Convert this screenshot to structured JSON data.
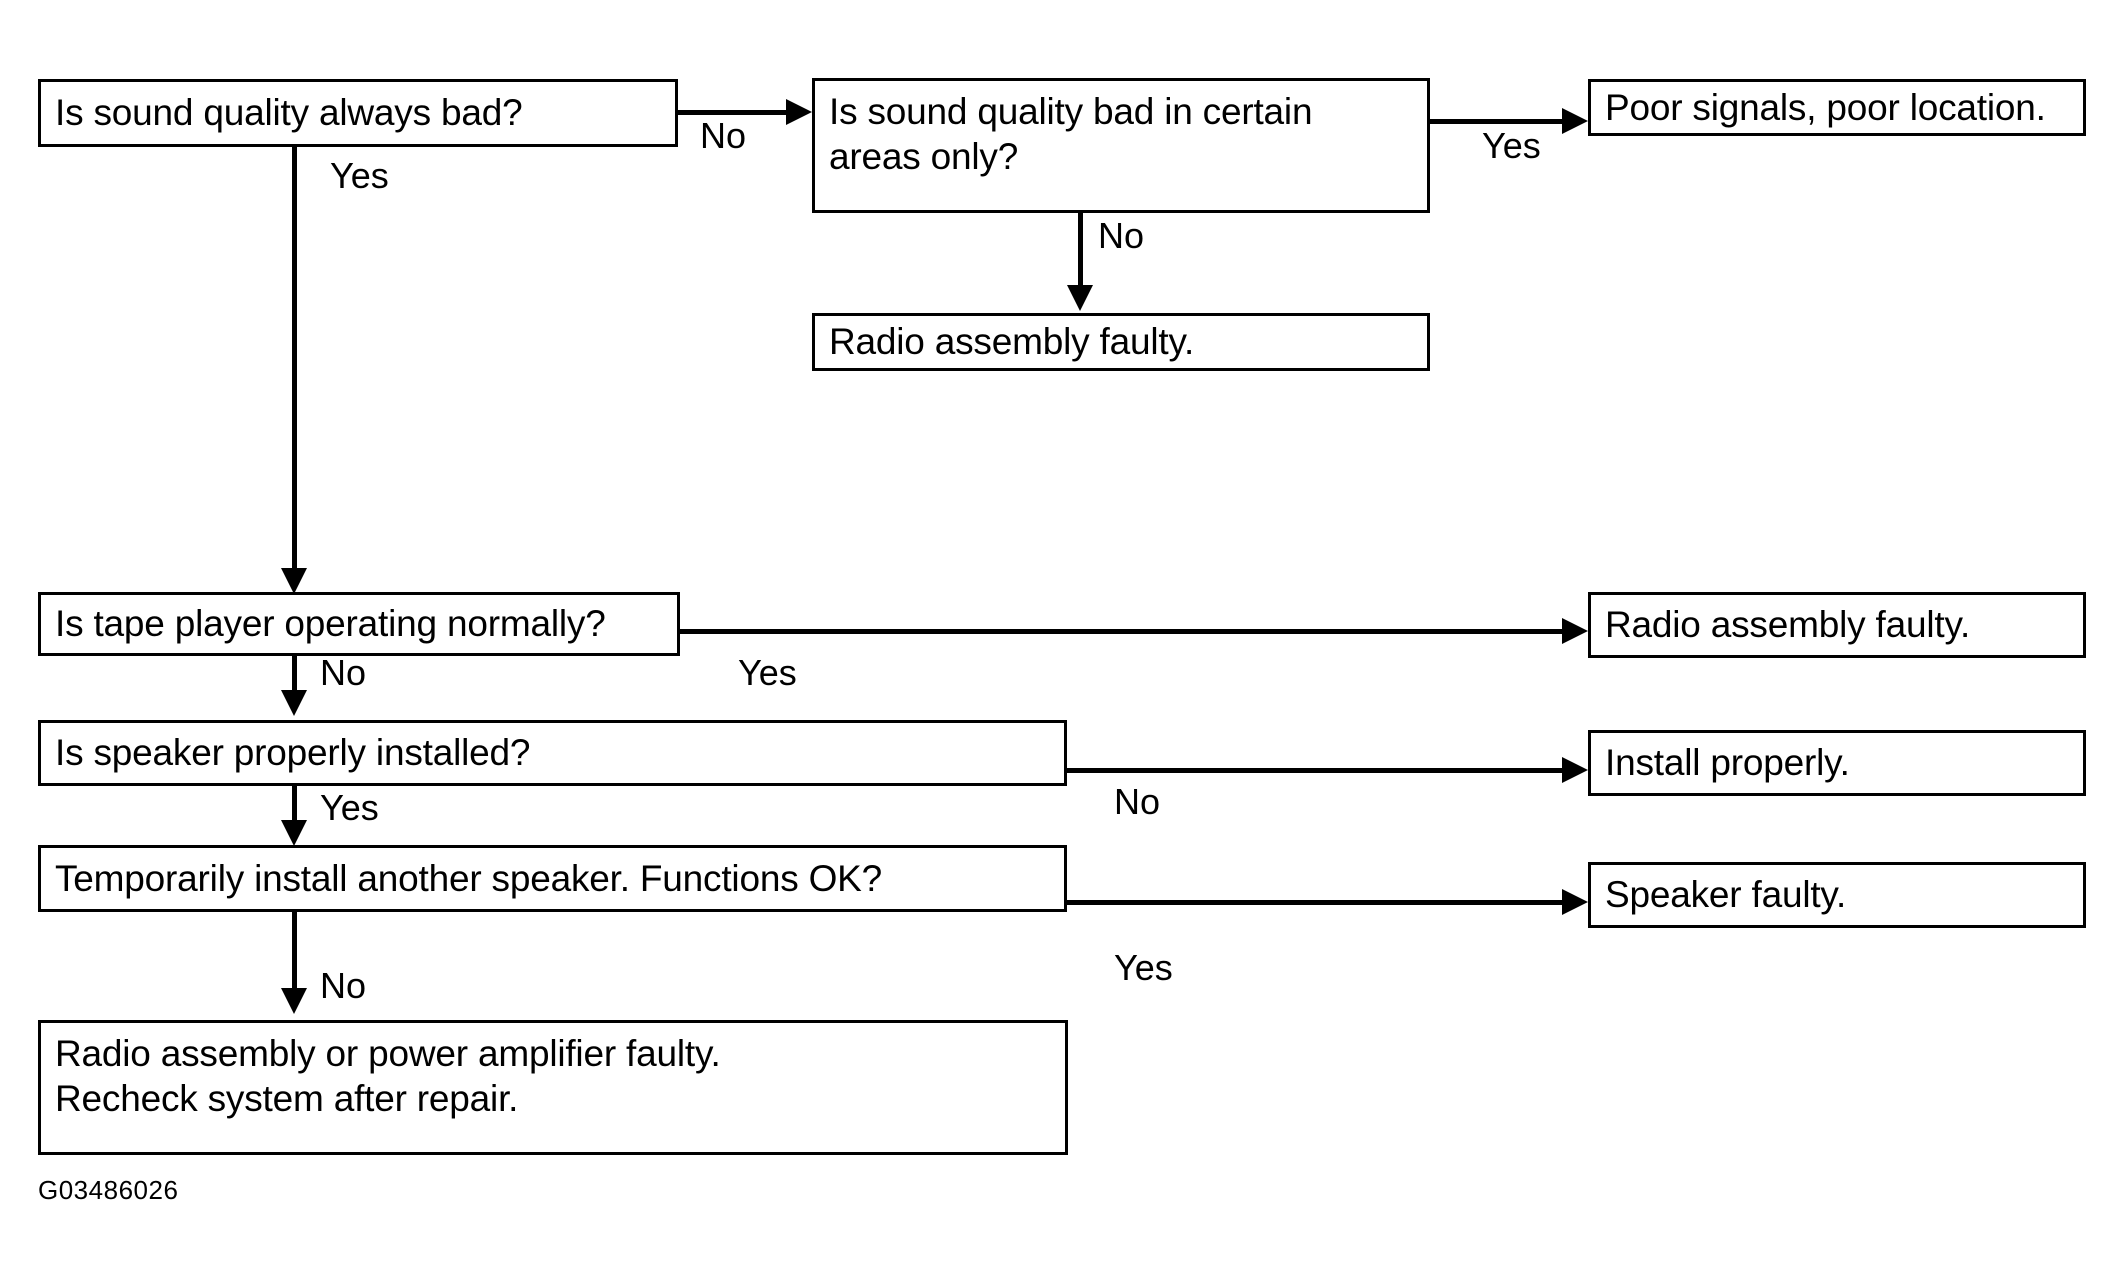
{
  "diagram": {
    "caption": "G03486026",
    "nodes": [
      {
        "id": "q_always_bad",
        "text": "Is sound quality always bad?"
      },
      {
        "id": "q_certain_areas",
        "text": "Is sound quality bad in certain\nareas only?"
      },
      {
        "id": "r_poor_signals",
        "text": "Poor signals, poor location."
      },
      {
        "id": "r_radio_faulty_top",
        "text": "Radio assembly faulty."
      },
      {
        "id": "q_tape_player",
        "text": "Is tape player operating normally?"
      },
      {
        "id": "r_radio_faulty_mid",
        "text": "Radio assembly faulty."
      },
      {
        "id": "q_speaker_installed",
        "text": "Is speaker properly installed?"
      },
      {
        "id": "r_install_properly",
        "text": "Install properly."
      },
      {
        "id": "q_another_speaker",
        "text": "Temporarily install another speaker. Functions OK?"
      },
      {
        "id": "r_speaker_faulty",
        "text": "Speaker faulty."
      },
      {
        "id": "r_radio_or_amp",
        "text": "Radio assembly or power amplifier faulty.\nRecheck system after repair."
      }
    ],
    "edge_labels": [
      {
        "id": "e1",
        "text": "No"
      },
      {
        "id": "e2",
        "text": "Yes"
      },
      {
        "id": "e3",
        "text": "Yes"
      },
      {
        "id": "e4",
        "text": "No"
      },
      {
        "id": "e5",
        "text": "Yes"
      },
      {
        "id": "e6",
        "text": "No"
      },
      {
        "id": "e7",
        "text": "No"
      },
      {
        "id": "e8",
        "text": "Yes"
      },
      {
        "id": "e9",
        "text": "Yes"
      },
      {
        "id": "e10",
        "text": "No"
      }
    ],
    "colors": {
      "stroke": "#000000",
      "fill": "#ffffff",
      "text": "#000000"
    }
  }
}
